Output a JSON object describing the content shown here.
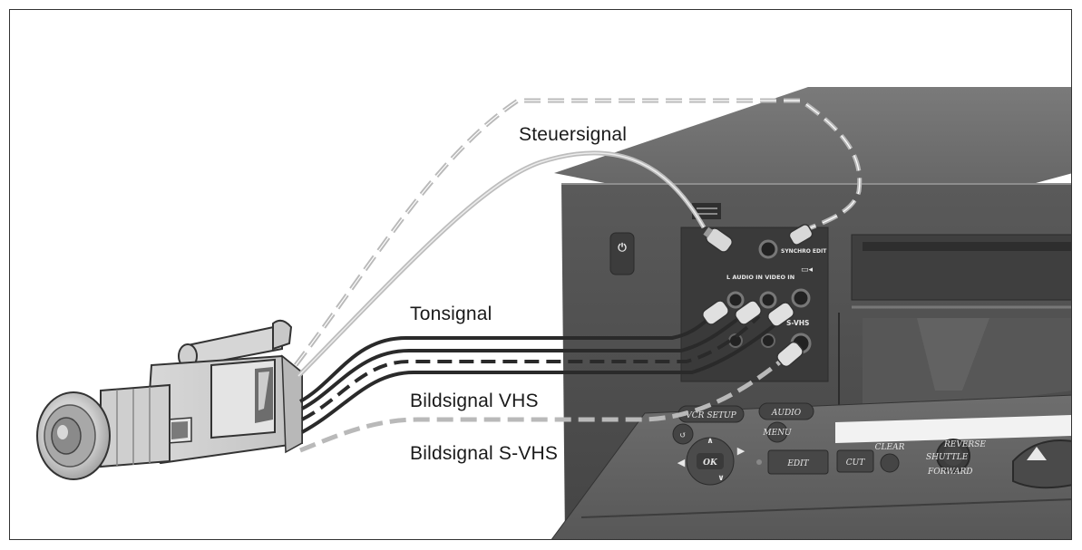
{
  "labels": {
    "steuersignal": "Steuersignal",
    "tonsignal": "Tonsignal",
    "bildsignal_vhs": "Bildsignal VHS",
    "bildsignal_svhs": "Bildsignal S-VHS"
  },
  "panel_text": {
    "sync": "SYNCHRO EDIT",
    "audio_video_in": "L AUDIO IN VIDEO IN",
    "svhs": "S-VHS"
  },
  "buttons": {
    "vcr_setup": "VCR SETUP",
    "audio": "AUDIO",
    "menu": "MENU",
    "ok": "OK",
    "edit": "EDIT",
    "cut": "CUT",
    "clear": "CLEAR",
    "reverse": "REVERSE",
    "shuttle": "SHUTTLE",
    "forward": "FORWARD"
  },
  "colors": {
    "device_body": "#6b6b6b",
    "device_dark": "#4a4a4a",
    "cable_solid": "#2a2a2a",
    "cable_dashed_light": "#b9b9b9",
    "cable_light": "#cfcfcf"
  }
}
